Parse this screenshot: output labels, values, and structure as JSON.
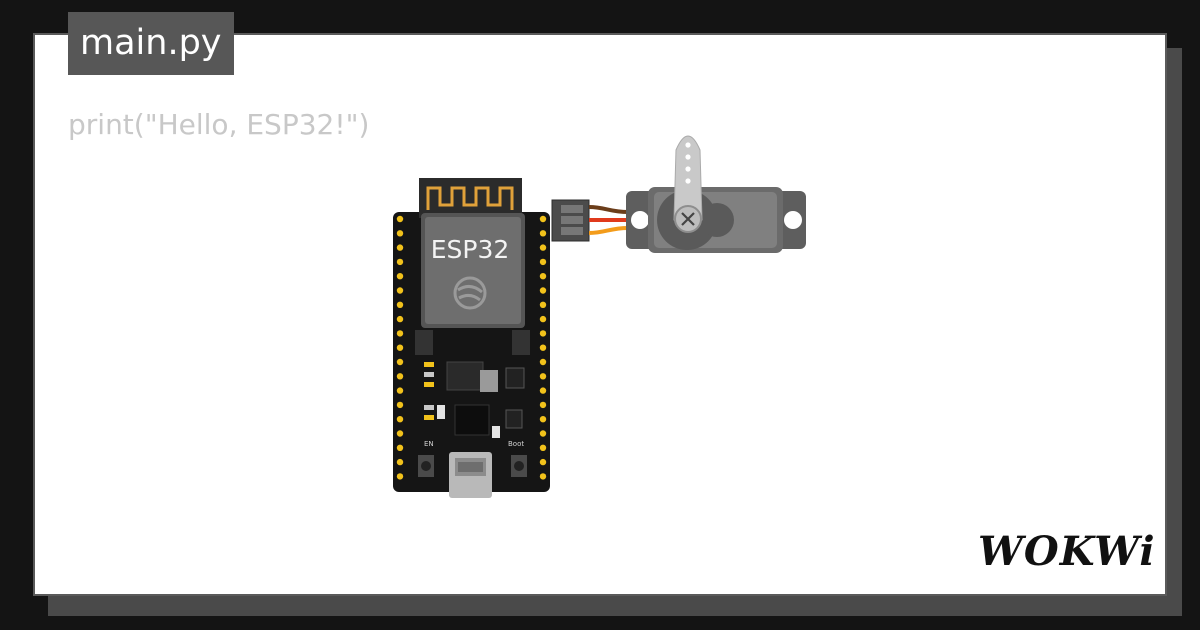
{
  "file_tab": {
    "label": "main.py"
  },
  "code": {
    "line1": "print(\"Hello, ESP32!\")"
  },
  "board": {
    "chip_label": "ESP32",
    "en_label": "EN",
    "boot_label": "Boot",
    "pin_color": "#f2c21b",
    "board_color": "#151515"
  },
  "servo": {
    "body_color": "#6b6b6b",
    "horn_color": "#c9c9c9",
    "wire_colors": [
      "#6b3d1a",
      "#e03a1c",
      "#f39c1b"
    ]
  },
  "brand": {
    "logo": "WOKWi"
  }
}
